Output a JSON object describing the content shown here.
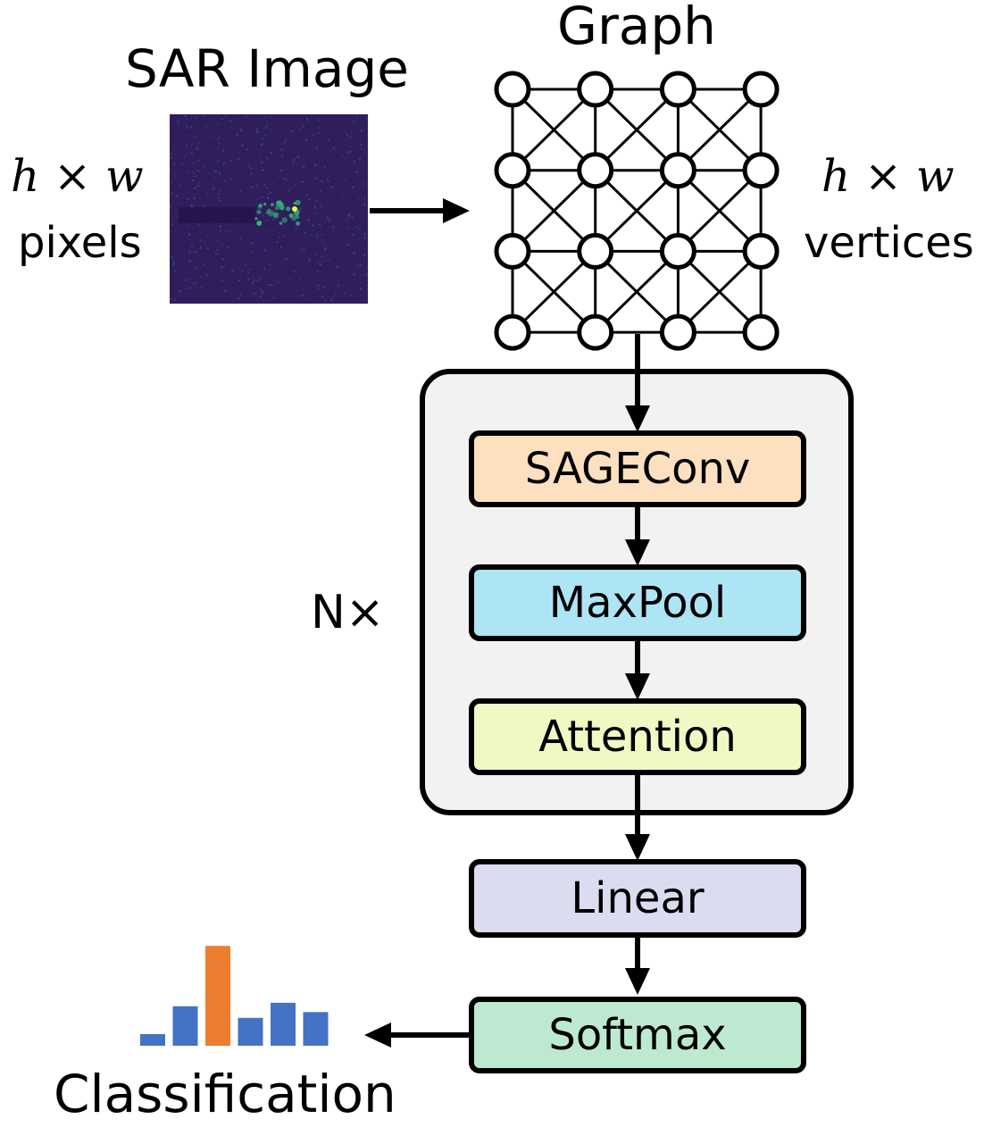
{
  "sar_image": {
    "title": "SAR Image",
    "dims_h": "h",
    "dims_x": "×",
    "dims_w": "w",
    "caption": "pixels",
    "colors": {
      "background": "#2f1d5c",
      "speckle": "#3b4a8c",
      "target": "#35b779",
      "hot": "#e8f542"
    }
  },
  "graph": {
    "title": "Graph",
    "dims_h": "h",
    "dims_x": "×",
    "dims_w": "w",
    "caption": "vertices",
    "rows": 4,
    "cols": 4
  },
  "loop": {
    "label": "N×"
  },
  "blocks": {
    "sageconv": {
      "label": "SAGEConv",
      "color": "#fce0bf"
    },
    "maxpool": {
      "label": "MaxPool",
      "color": "#ade5f5"
    },
    "attention": {
      "label": "Attention",
      "color": "#eef9c3"
    },
    "linear": {
      "label": "Linear",
      "color": "#dcdcf0"
    },
    "softmax": {
      "label": "Softmax",
      "color": "#bde9d0"
    }
  },
  "classification": {
    "label": "Classification",
    "bar_values": [
      0.1,
      0.34,
      0.86,
      0.24,
      0.37,
      0.29
    ],
    "highlight_index": 2,
    "colors": {
      "bar": "#4472c4",
      "highlight": "#ed7d31"
    }
  }
}
